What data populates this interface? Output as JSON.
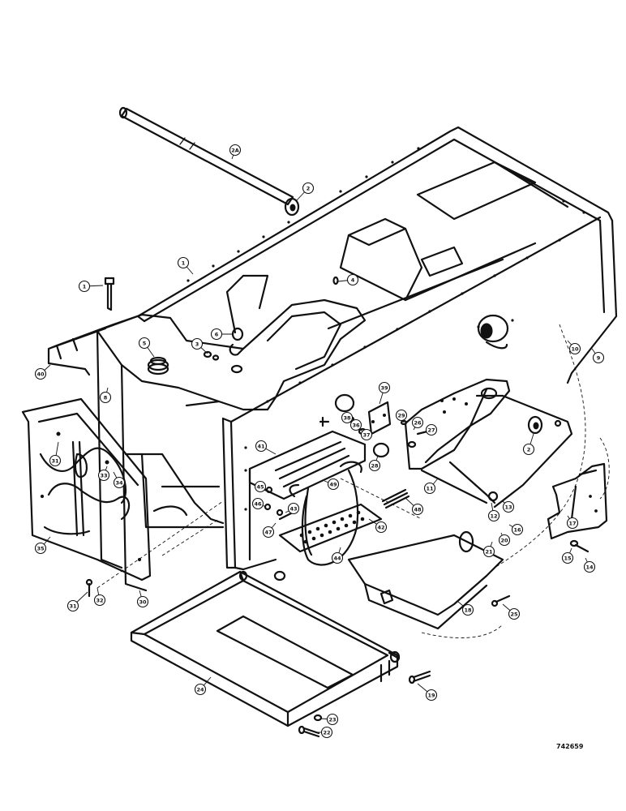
{
  "figure": {
    "reference_number": "742659"
  },
  "callouts": [
    {
      "id": "c-2a",
      "label": "2A"
    },
    {
      "id": "c-2-top",
      "label": "2"
    },
    {
      "id": "c-1-frame",
      "label": "1"
    },
    {
      "id": "c-1-pin",
      "label": "1"
    },
    {
      "id": "c-4",
      "label": "4"
    },
    {
      "id": "c-6",
      "label": "6"
    },
    {
      "id": "c-3",
      "label": "3"
    },
    {
      "id": "c-5",
      "label": "5"
    },
    {
      "id": "c-40",
      "label": "40"
    },
    {
      "id": "c-8-left",
      "label": "8"
    },
    {
      "id": "c-10",
      "label": "10"
    },
    {
      "id": "c-9",
      "label": "9"
    },
    {
      "id": "c-39",
      "label": "39"
    },
    {
      "id": "c-38",
      "label": "38"
    },
    {
      "id": "c-36",
      "label": "36"
    },
    {
      "id": "c-37",
      "label": "37"
    },
    {
      "id": "c-28",
      "label": "28"
    },
    {
      "id": "c-29",
      "label": "29"
    },
    {
      "id": "c-26",
      "label": "26"
    },
    {
      "id": "c-27",
      "label": "27"
    },
    {
      "id": "c-2-right",
      "label": "2"
    },
    {
      "id": "c-11",
      "label": "11"
    },
    {
      "id": "c-12",
      "label": "12"
    },
    {
      "id": "c-13",
      "label": "13"
    },
    {
      "id": "c-21",
      "label": "21"
    },
    {
      "id": "c-20",
      "label": "20"
    },
    {
      "id": "c-16",
      "label": "16"
    },
    {
      "id": "c-17",
      "label": "17"
    },
    {
      "id": "c-15",
      "label": "15"
    },
    {
      "id": "c-14",
      "label": "14"
    },
    {
      "id": "c-41",
      "label": "41"
    },
    {
      "id": "c-45",
      "label": "45"
    },
    {
      "id": "c-46",
      "label": "46"
    },
    {
      "id": "c-43",
      "label": "43"
    },
    {
      "id": "c-47",
      "label": "47"
    },
    {
      "id": "c-49",
      "label": "49"
    },
    {
      "id": "c-48",
      "label": "48"
    },
    {
      "id": "c-42",
      "label": "42"
    },
    {
      "id": "c-44",
      "label": "44"
    },
    {
      "id": "c-18",
      "label": "18"
    },
    {
      "id": "c-25",
      "label": "25"
    },
    {
      "id": "c-31-top",
      "label": "31"
    },
    {
      "id": "c-33",
      "label": "33"
    },
    {
      "id": "c-34",
      "label": "34"
    },
    {
      "id": "c-35",
      "label": "35"
    },
    {
      "id": "c-31-bottom",
      "label": "31"
    },
    {
      "id": "c-32",
      "label": "32"
    },
    {
      "id": "c-30",
      "label": "30"
    },
    {
      "id": "c-24",
      "label": "24"
    },
    {
      "id": "c-19",
      "label": "19"
    },
    {
      "id": "c-23",
      "label": "23"
    },
    {
      "id": "c-22",
      "label": "22"
    }
  ]
}
